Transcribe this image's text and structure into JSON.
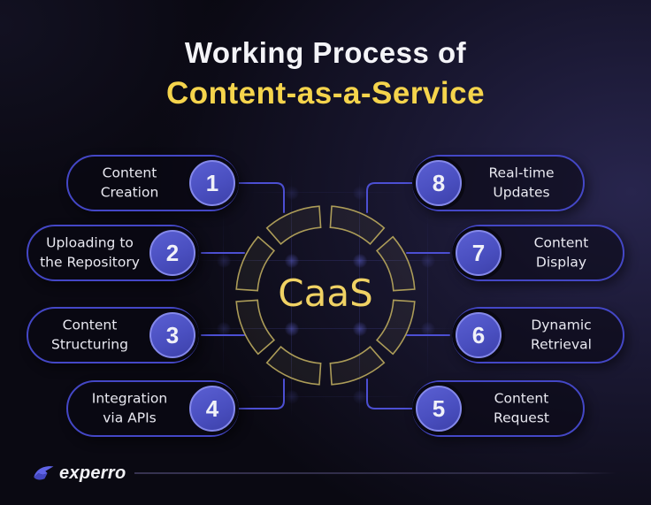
{
  "title": {
    "line1": "Working Process of",
    "line2": "Content-as-a-Service"
  },
  "center": {
    "label": "CaaS"
  },
  "steps": [
    {
      "number": "1",
      "line1": "Content",
      "line2": "Creation"
    },
    {
      "number": "2",
      "line1": "Uploading to",
      "line2": "the Repository"
    },
    {
      "number": "3",
      "line1": "Content",
      "line2": "Structuring"
    },
    {
      "number": "4",
      "line1": "Integration",
      "line2": "via APIs"
    },
    {
      "number": "5",
      "line1": "Content",
      "line2": "Request"
    },
    {
      "number": "6",
      "line1": "Dynamic",
      "line2": "Retrieval"
    },
    {
      "number": "7",
      "line1": "Content",
      "line2": "Display"
    },
    {
      "number": "8",
      "line1": "Real-time",
      "line2": "Updates"
    }
  ],
  "footer": {
    "brand": "experro"
  },
  "colors": {
    "background": "#0a0912",
    "accent_purple": "#4c4fd2",
    "circle_fill": "#4a4fc0",
    "circle_rim": "#8488ea",
    "ring_gold": "#ac9c58",
    "title_white": "#f4f4f8",
    "title_yellow": "#f5d44c",
    "caas_yellow": "#f0d264"
  }
}
